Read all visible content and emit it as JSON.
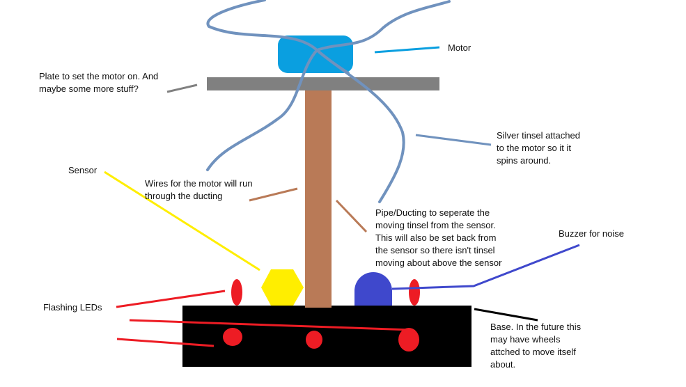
{
  "labels": {
    "motor": "Motor",
    "plate": "Plate to set the motor on. And\nmaybe some more stuff?",
    "tinsel": "Silver tinsel attached\nto the motor so it it\nspins around.",
    "sensor": "Sensor",
    "wires": "Wires for the motor will run\nthrough the ducting",
    "pipe": "Pipe/Ducting to seperate the\nmoving tinsel from the sensor.\nThis will also be set back from\nthe sensor so there isn't tinsel\nmoving about above the sensor",
    "buzzer": "Buzzer for noise",
    "leds": "Flashing LEDs",
    "base": "Base. In the future this\nmay have wheels\nattched to move itself\nabout."
  },
  "colors": {
    "motor": "#0a9fe0",
    "plate": "#808080",
    "pipe": "#b97a57",
    "tinsel": "#7092be",
    "sensor": "#ffee00",
    "buzzer": "#3f48cc",
    "led": "#ed1c24",
    "base": "#000000"
  }
}
